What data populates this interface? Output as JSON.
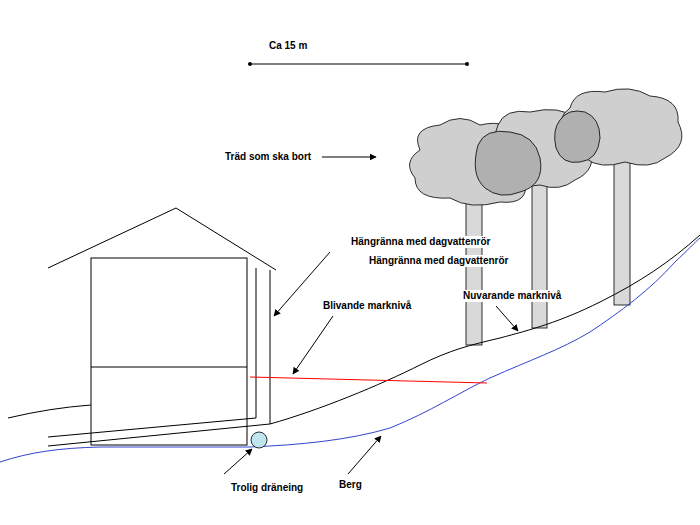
{
  "diagram": {
    "labels": [
      "Ca 15 m",
      "Träd som ska bort",
      "Hängränna med dagvattenrör",
      "Hängränna med dagvattenrör",
      "Blivande marknivå",
      "Nuvarande marknivå",
      "Trolig dräneing",
      "Berg"
    ]
  }
}
